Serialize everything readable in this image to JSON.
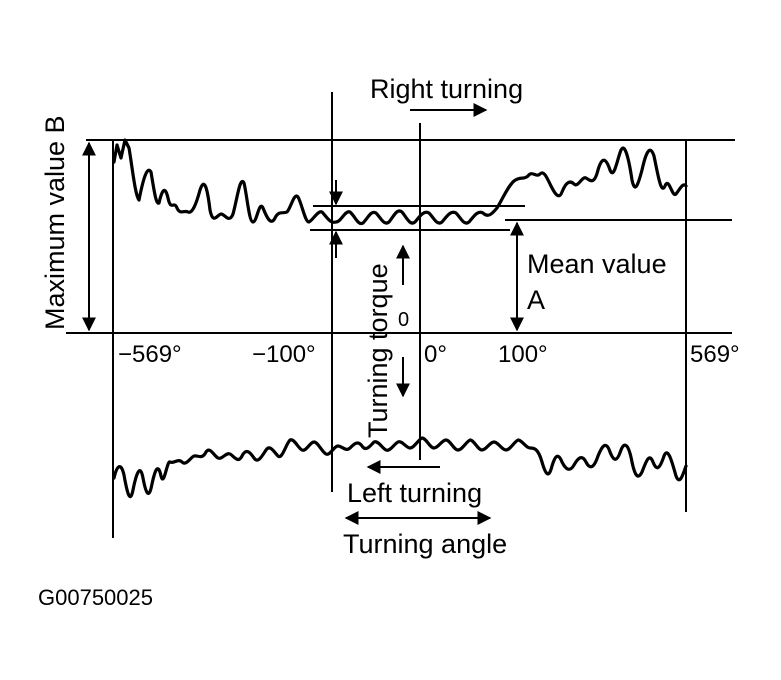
{
  "labels": {
    "right_turning": "Right turning",
    "left_turning": "Left turning",
    "turning_angle": "Turning angle",
    "turning_torque": "Turning torque",
    "maximum_value": "Maximum value B",
    "mean_value_line1": "Mean value",
    "mean_value_line2": "A",
    "zero_torque": "0",
    "figure_code": "G00750025"
  },
  "ticks": {
    "neg_569": "−569°",
    "neg_100": "−100°",
    "zero": "0°",
    "pos_100": "100°",
    "pos_569": "569°"
  },
  "colors": {
    "ink": "#000000",
    "background": "#ffffff"
  },
  "icons": [
    "arrow-right-icon",
    "arrow-left-icon",
    "arrow-up-icon",
    "arrow-down-icon",
    "double-arrow-icon"
  ]
}
